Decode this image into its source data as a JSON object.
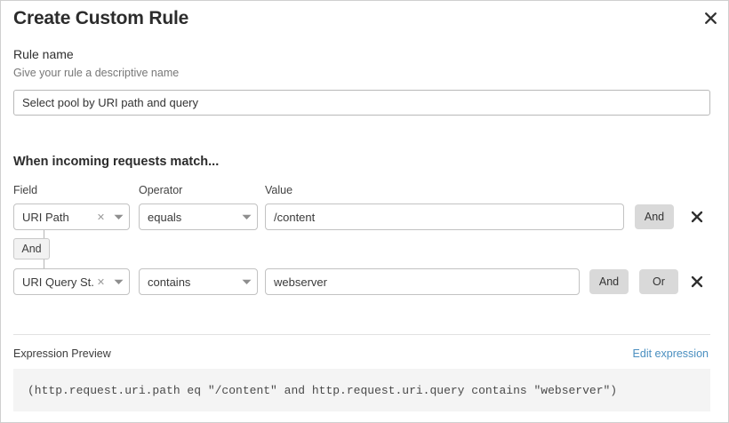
{
  "dialog": {
    "title": "Create Custom Rule",
    "close_icon": "close-icon"
  },
  "rule_name": {
    "label": "Rule name",
    "description": "Give your rule a descriptive name",
    "value": "Select pool by URI path and query",
    "placeholder": ""
  },
  "conditions_section": {
    "heading": "When incoming requests match...",
    "columns": {
      "field": "Field",
      "operator": "Operator",
      "value": "Value"
    },
    "connector": {
      "label": "And"
    },
    "rows": [
      {
        "field": "URI Path",
        "operator": "equals",
        "value": "/content",
        "clear_icon": "clear-icon",
        "caret_icon": "chevron-down-icon",
        "logic_buttons": [
          "And"
        ],
        "delete_icon": "delete-icon"
      },
      {
        "field": "URI Query St...",
        "operator": "contains",
        "value": "webserver",
        "clear_icon": "clear-icon",
        "caret_icon": "chevron-down-icon",
        "logic_buttons": [
          "And",
          "Or"
        ],
        "delete_icon": "delete-icon"
      }
    ]
  },
  "expression_preview": {
    "label": "Expression Preview",
    "edit_link": "Edit expression",
    "expression": "(http.request.uri.path eq \"/content\" and http.request.uri.query contains \"webserver\")"
  },
  "colors": {
    "link": "#4a8fc0",
    "button_grey": "#d9d9d9",
    "code_bg": "#f4f4f4",
    "text_primary": "#2c2c2c",
    "text_muted": "#777777"
  }
}
